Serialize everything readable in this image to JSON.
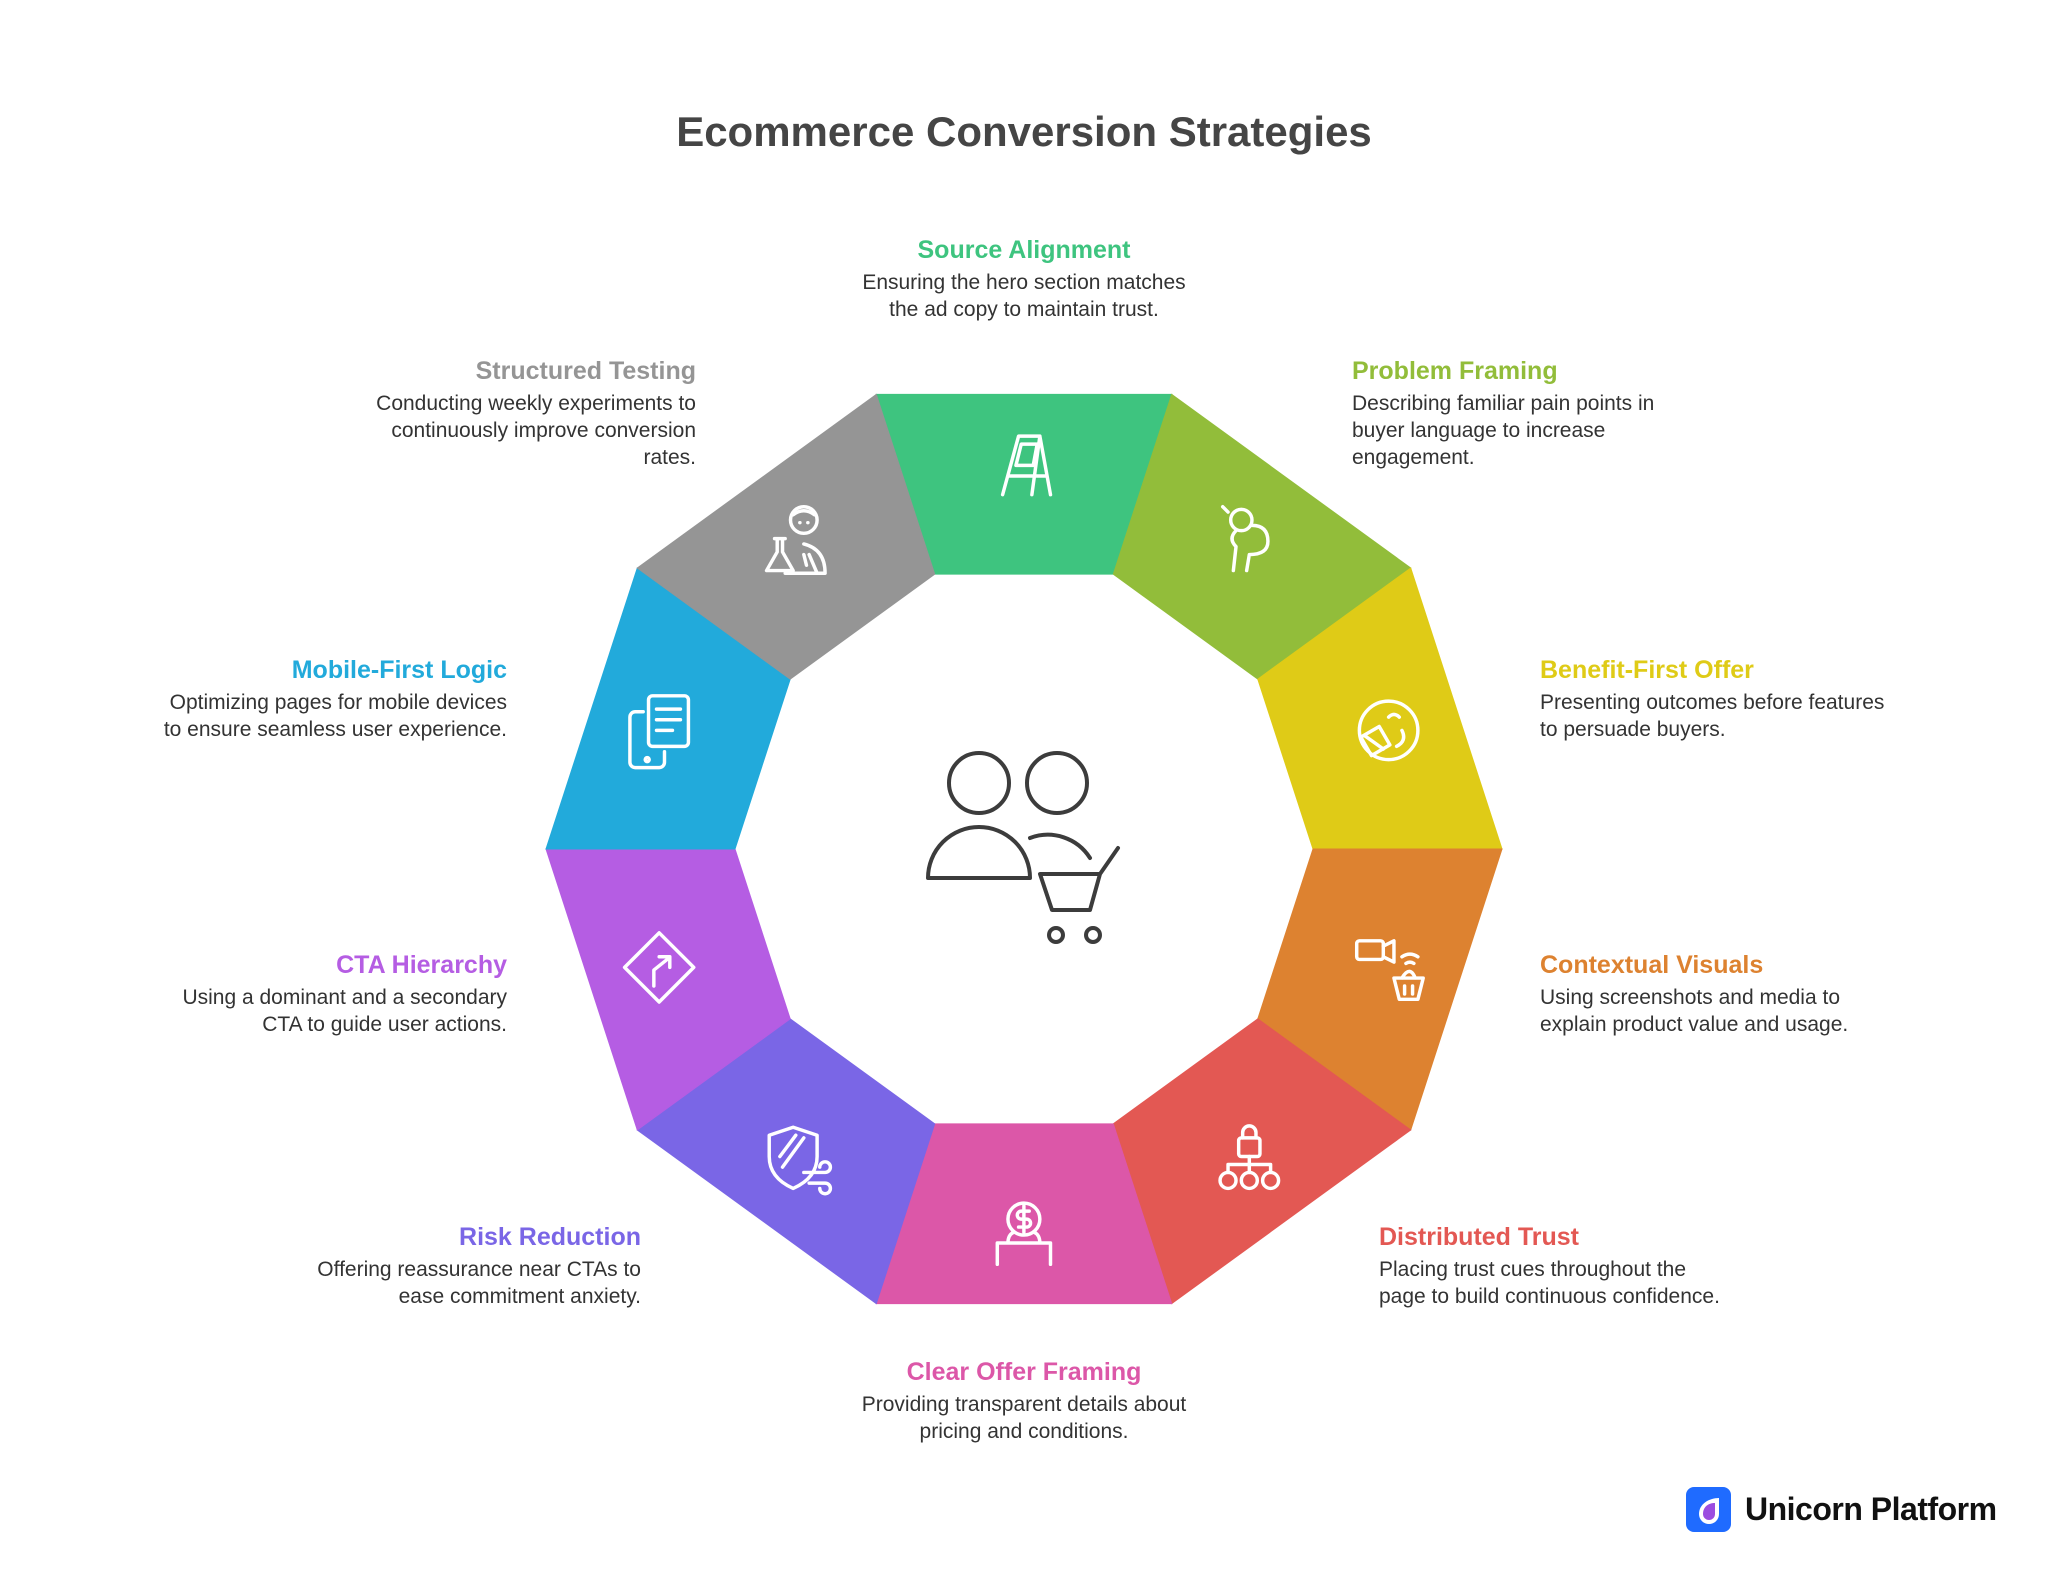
{
  "title": "Ecommerce Conversion Strategies",
  "center_icon": "users-shopping-cart-icon",
  "segments": [
    {
      "title": "Source Alignment",
      "lines": [
        "Ensuring the hero section matches",
        "the ad copy to maintain trust."
      ],
      "color": "#3EC47F",
      "icon": "sign-board-icon"
    },
    {
      "title": "Problem Framing",
      "lines": [
        "Describing familiar pain points in",
        "buyer language to increase",
        "engagement."
      ],
      "color": "#92BD3A",
      "icon": "person-thinking-icon"
    },
    {
      "title": "Benefit-First Offer",
      "lines": [
        "Presenting outcomes before features",
        "to persuade buyers."
      ],
      "color": "#DFCB17",
      "icon": "happy-gift-icon"
    },
    {
      "title": "Contextual Visuals",
      "lines": [
        "Using screenshots and media to",
        "explain product value and usage."
      ],
      "color": "#DD8230",
      "icon": "camera-basket-icon"
    },
    {
      "title": "Distributed Trust",
      "lines": [
        "Placing trust cues throughout the",
        "page to build continuous confidence."
      ],
      "color": "#E35853",
      "icon": "lock-network-icon"
    },
    {
      "title": "Clear Offer Framing",
      "lines": [
        "Providing transparent details about",
        "pricing and conditions."
      ],
      "color": "#DC57A8",
      "icon": "dollar-coin-stand-icon"
    },
    {
      "title": "Risk Reduction",
      "lines": [
        "Offering reassurance near CTAs to",
        "ease commitment anxiety."
      ],
      "color": "#7A66E6",
      "icon": "shield-wind-icon"
    },
    {
      "title": "CTA Hierarchy",
      "lines": [
        "Using a dominant and a secondary",
        "CTA to guide user actions."
      ],
      "color": "#B55DE3",
      "icon": "direction-sign-icon"
    },
    {
      "title": "Mobile-First Logic",
      "lines": [
        "Optimizing pages for mobile devices",
        "to ensure seamless user experience."
      ],
      "color": "#22AADB",
      "icon": "mobile-document-icon"
    },
    {
      "title": "Structured Testing",
      "lines": [
        "Conducting weekly experiments to",
        "continuously improve conversion",
        "rates."
      ],
      "color": "#959595",
      "icon": "scientist-flask-icon"
    }
  ],
  "logo": {
    "text": "Unicorn Platform",
    "color": "#1F6BFF"
  }
}
